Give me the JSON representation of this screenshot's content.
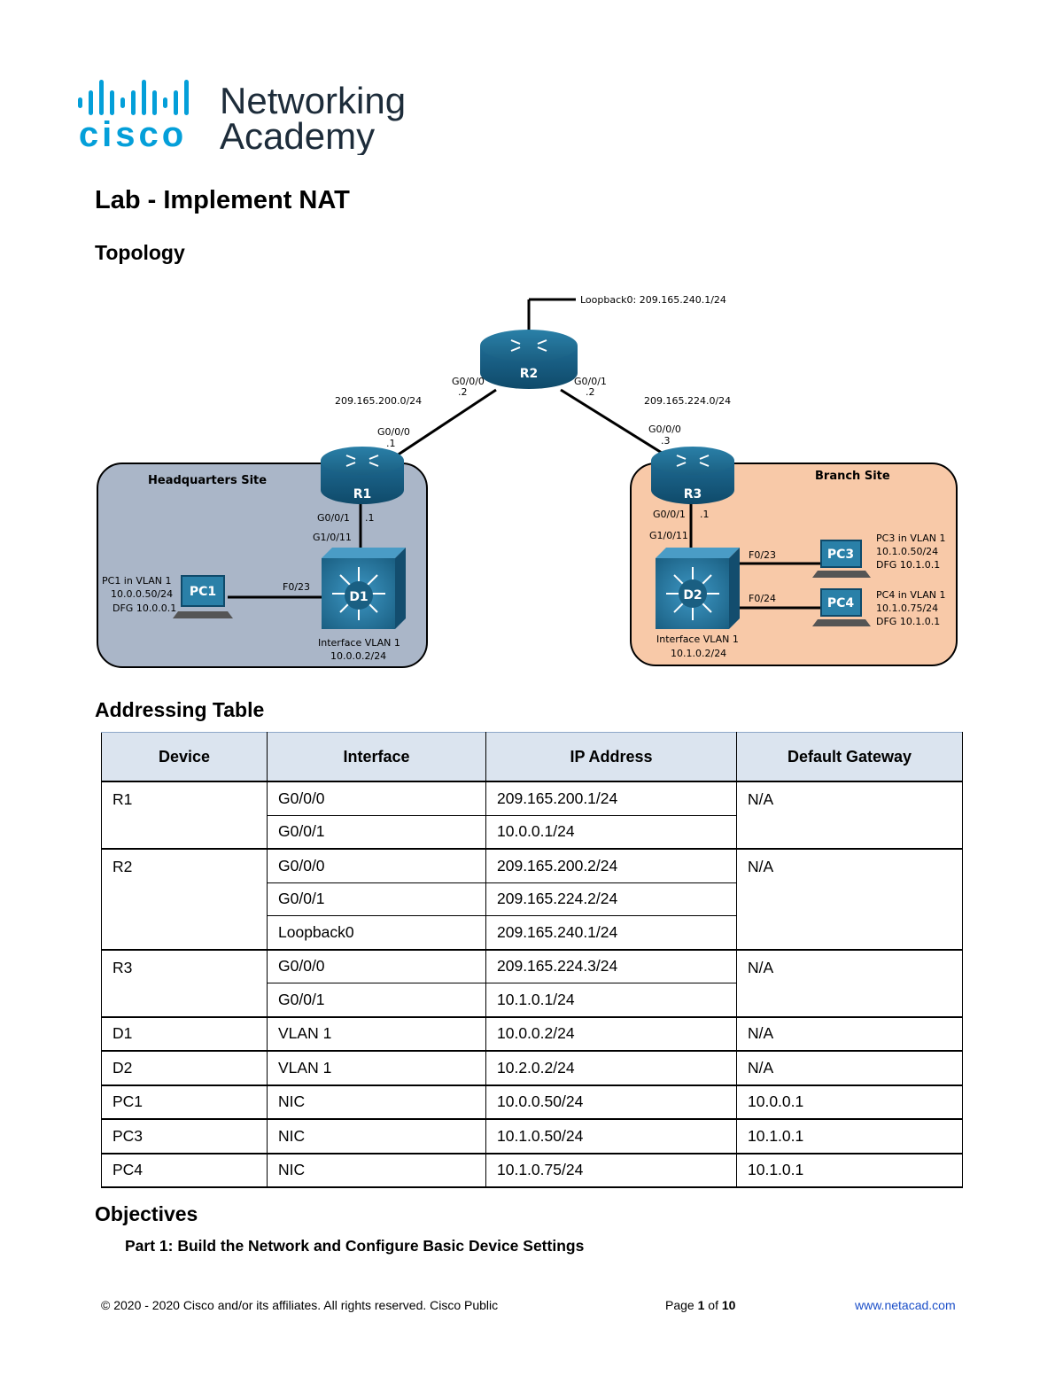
{
  "brand": {
    "name": "cisco",
    "product_line1": "Networking",
    "product_line2": "Academy",
    "color": "#049fd9"
  },
  "title": "Lab - Implement NAT",
  "sections": {
    "topology": "Topology",
    "addressing": "Addressing Table",
    "objectives": "Objectives"
  },
  "topology": {
    "hq_label": "Headquarters Site",
    "branch_label": "Branch Site",
    "r1": "R1",
    "r2": "R2",
    "r3": "R3",
    "d1": "D1",
    "d2": "D2",
    "pc1": "PC1",
    "pc3": "PC3",
    "pc4": "PC4",
    "loopback": "Loopback0: 209.165.240.1/24",
    "net_left": "209.165.200.0/24",
    "net_right": "209.165.224.0/24",
    "r2_g000": "G0/0/0",
    "r2_g000_ip": ".2",
    "r2_g001": "G0/0/1",
    "r2_g001_ip": ".2",
    "r1_g000": "G0/0/0",
    "r1_g000_ip": ".1",
    "r3_g000": "G0/0/0",
    "r3_g000_ip": ".3",
    "r1_g001": "G0/0/1",
    "r1_g001_ip": ".1",
    "d1_g1011": "G1/0/11",
    "d1_f023": "F0/23",
    "r3_g001": "G0/0/1",
    "r3_g001_ip": ".1",
    "d2_g1011": "G1/0/11",
    "d2_f023": "F0/23",
    "d2_f024": "F0/24",
    "pc1_line1": "PC1 in VLAN 1",
    "pc1_line2": "10.0.0.50/24",
    "pc1_line3": "DFG 10.0.0.1",
    "d1_line1": "Interface VLAN 1",
    "d1_line2": "10.0.0.2/24",
    "d2_line1": "Interface VLAN 1",
    "d2_line2": "10.1.0.2/24",
    "pc3_line1": "PC3 in VLAN 1",
    "pc3_line2": "10.1.0.50/24",
    "pc3_line3": "DFG 10.1.0.1",
    "pc4_line1": "PC4 in VLAN 1",
    "pc4_line2": "10.1.0.75/24",
    "pc4_line3": "DFG 10.1.0.1"
  },
  "addressing_table": {
    "headers": [
      "Device",
      "Interface",
      "IP Address",
      "Default Gateway"
    ],
    "rows": [
      {
        "device": "R1",
        "interface": "G0/0/0",
        "ip": "209.165.200.1/24",
        "gateway": "N/A"
      },
      {
        "device": "",
        "interface": "G0/0/1",
        "ip": "10.0.0.1/24",
        "gateway": ""
      },
      {
        "device": "R2",
        "interface": "G0/0/0",
        "ip": "209.165.200.2/24",
        "gateway": "N/A"
      },
      {
        "device": "",
        "interface": "G0/0/1",
        "ip": "209.165.224.2/24",
        "gateway": ""
      },
      {
        "device": "",
        "interface": "Loopback0",
        "ip": "209.165.240.1/24",
        "gateway": ""
      },
      {
        "device": "R3",
        "interface": "G0/0/0",
        "ip": "209.165.224.3/24",
        "gateway": "N/A"
      },
      {
        "device": "",
        "interface": "G0/0/1",
        "ip": "10.1.0.1/24",
        "gateway": ""
      },
      {
        "device": "D1",
        "interface": "VLAN 1",
        "ip": "10.0.0.2/24",
        "gateway": "N/A"
      },
      {
        "device": "D2",
        "interface": "VLAN 1",
        "ip": "10.2.0.2/24",
        "gateway": "N/A"
      },
      {
        "device": "PC1",
        "interface": "NIC",
        "ip": "10.0.0.50/24",
        "gateway": "10.0.0.1"
      },
      {
        "device": "PC3",
        "interface": "NIC",
        "ip": "10.1.0.50/24",
        "gateway": "10.1.0.1"
      },
      {
        "device": "PC4",
        "interface": "NIC",
        "ip": "10.1.0.75/24",
        "gateway": "10.1.0.1"
      }
    ]
  },
  "objectives": {
    "part1": "Part 1: Build the Network and Configure Basic Device Settings"
  },
  "footer": {
    "copyright": "© 2020 - 2020 Cisco and/or its affiliates. All rights reserved. Cisco Public",
    "page_label": "Page ",
    "page_current": "1",
    "page_of": " of ",
    "page_total": "10",
    "website": "www.netacad.com"
  }
}
